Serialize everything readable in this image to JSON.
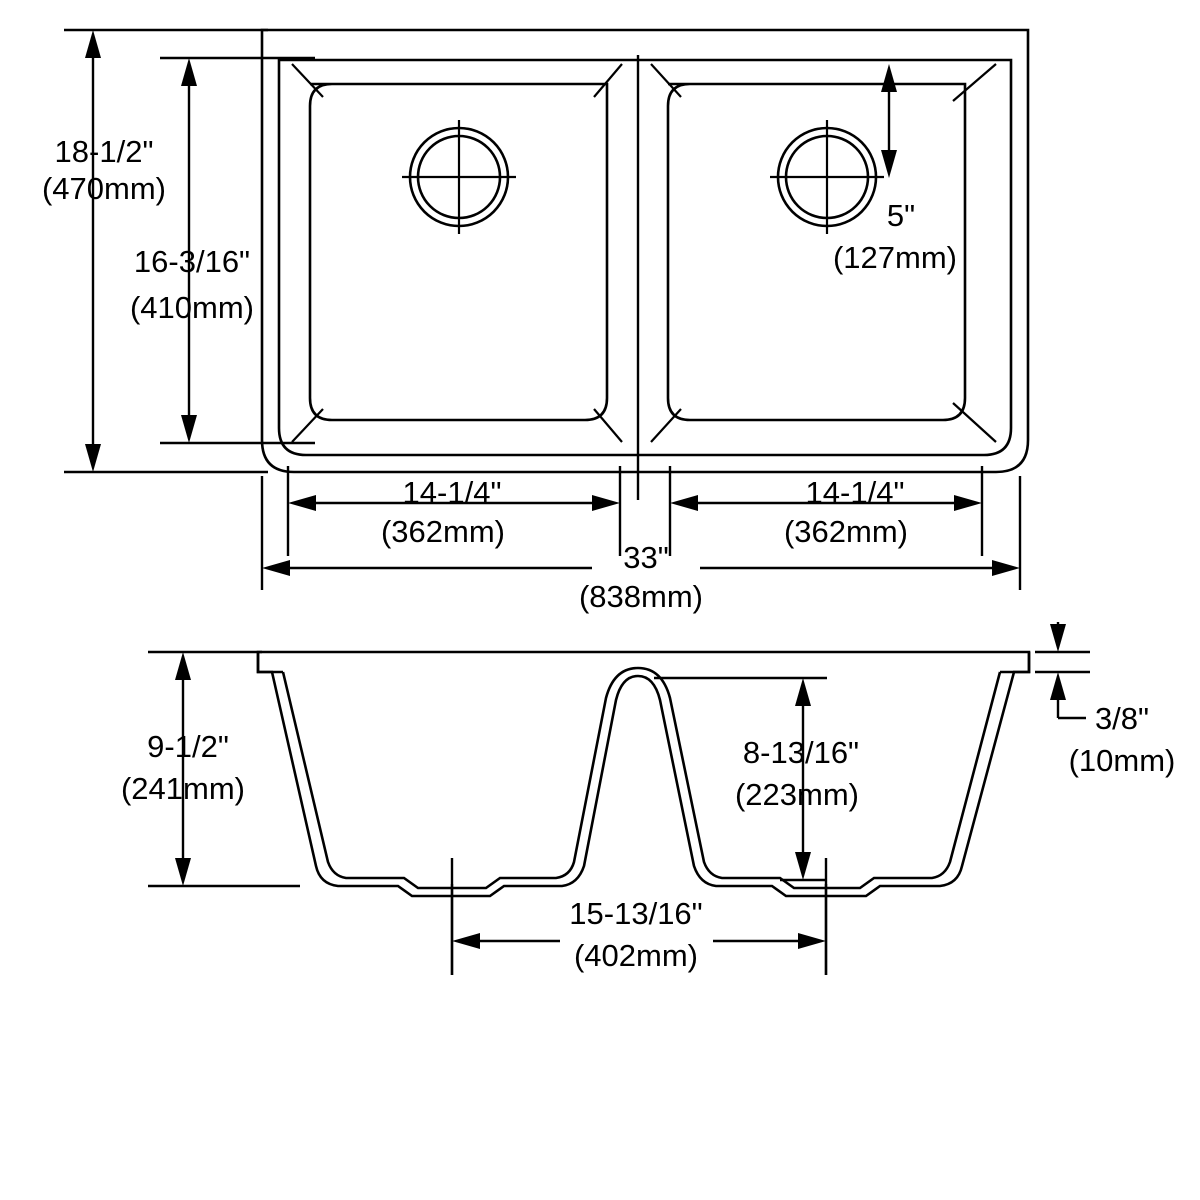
{
  "drawing": {
    "title": "Double Bowl Undermount Sink Dimensional Drawing",
    "line_color": "#000000",
    "background_color": "#ffffff",
    "views": {
      "top": "Top view of double bowl sink",
      "section": "Front section view of double bowl sink"
    }
  },
  "dimensions": {
    "overall_front_to_back": {
      "imperial": "18-1/2\"",
      "metric": "(470mm)",
      "view": "top",
      "orientation": "vertical"
    },
    "bowl_front_to_back": {
      "imperial": "16-3/16\"",
      "metric": "(410mm)",
      "view": "top",
      "orientation": "vertical"
    },
    "drain_from_back": {
      "imperial": "5\"",
      "metric": "(127mm)",
      "view": "top",
      "orientation": "vertical"
    },
    "left_bowl_width": {
      "imperial": "14-1/4\"",
      "metric": "(362mm)",
      "view": "top",
      "orientation": "horizontal"
    },
    "right_bowl_width": {
      "imperial": "14-1/4\"",
      "metric": "(362mm)",
      "view": "top",
      "orientation": "horizontal"
    },
    "overall_width": {
      "imperial": "33\"",
      "metric": "(838mm)",
      "view": "top",
      "orientation": "horizontal"
    },
    "overall_depth": {
      "imperial": "9-1/2\"",
      "metric": "(241mm)",
      "view": "section",
      "orientation": "vertical"
    },
    "bowl_depth": {
      "imperial": "8-13/16\"",
      "metric": "(223mm)",
      "view": "section",
      "orientation": "vertical"
    },
    "rim_thickness": {
      "imperial": "3/8\"",
      "metric": "(10mm)",
      "view": "section",
      "orientation": "vertical"
    },
    "bowl_bottom_width": {
      "imperial": "15-13/16\"",
      "metric": "(402mm)",
      "view": "section",
      "orientation": "horizontal"
    }
  }
}
